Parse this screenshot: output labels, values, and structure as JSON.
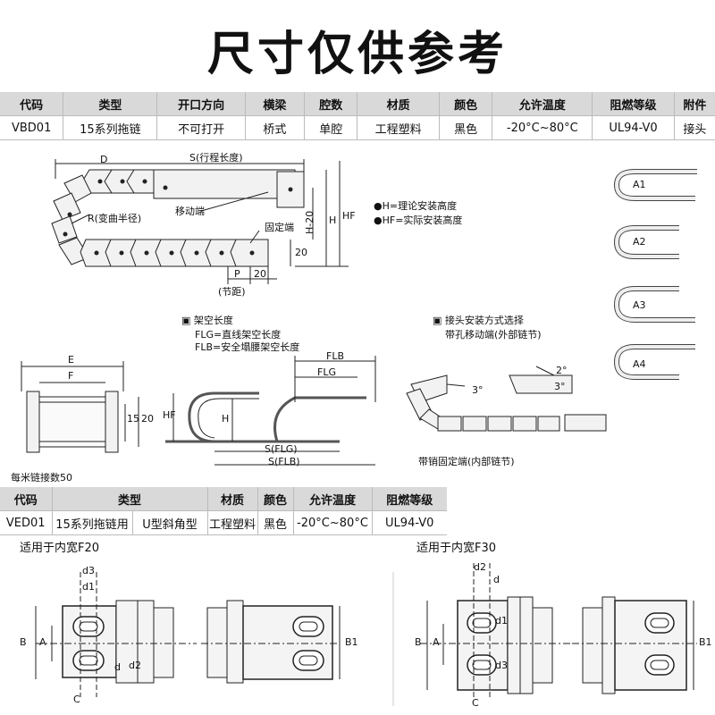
{
  "title": "尺寸仅供参考",
  "table1": {
    "headers": [
      "代码",
      "类型",
      "开口方向",
      "横梁",
      "腔数",
      "材质",
      "颜色",
      "允许温度",
      "阻燃等级",
      "附件"
    ],
    "row": [
      "VBD01",
      "15系列拖链",
      "不可打开",
      "桥式",
      "单腔",
      "工程塑料",
      "黑色",
      "-20°C~80°C",
      "UL94-V0",
      "接头"
    ]
  },
  "diagram1": {
    "D": "D",
    "S": "S(行程长度)",
    "R": "R(变曲半径)",
    "moving_end": "移动端",
    "fixed_end": "固定端",
    "H20": "H-20",
    "H": "H",
    "HF": "HF",
    "n20a": "20",
    "n20b": "20",
    "P": "P",
    "pitch": "(节距)",
    "legend_h": "●H=理论安装高度",
    "legend_hf": "●HF=实际安装高度"
  },
  "variants": [
    "A1",
    "A2",
    "A3",
    "A4"
  ],
  "span": {
    "title": "▣ 架空长度",
    "flg": "FLG=直线架空长度",
    "flb": "FLB=安全塌腰架空长度",
    "E": "E",
    "F": "F",
    "n15": "15",
    "n20": "20",
    "HF": "HF",
    "H": "H",
    "FLB": "FLB",
    "FLG": "FLG",
    "SFLG": "S(FLG)",
    "SFLB": "S(FLB)",
    "per_meter": "每米链接数50"
  },
  "connector": {
    "title": "▣ 接头安装方式选择",
    "moving": "带孔移动端(外部链节)",
    "fixed": "带销固定端(内部链节)",
    "deg2": "2°",
    "deg3a": "3°",
    "deg3b": "3°"
  },
  "table2": {
    "headers": [
      "代码",
      "类型",
      "",
      "材质",
      "颜色",
      "允许温度",
      "阻燃等级"
    ],
    "row": [
      "VED01",
      "15系列拖链用",
      "U型斜角型",
      "工程塑料",
      "黑色",
      "-20°C~80°C",
      "UL94-V0"
    ]
  },
  "bottom": {
    "f20": "适用于内宽F20",
    "f30": "适用于内宽F30",
    "d1": "d1",
    "d2": "d2",
    "d3": "d3",
    "A": "A",
    "B": "B",
    "B1": "B1",
    "C": "C"
  }
}
